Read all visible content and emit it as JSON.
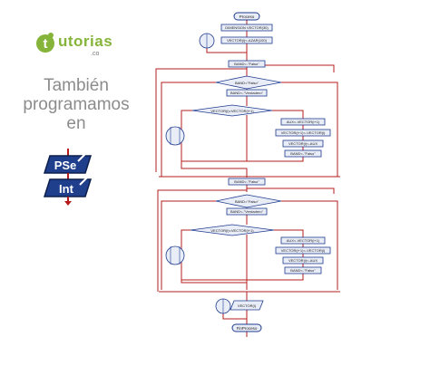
{
  "brand": {
    "logo_letter": "t",
    "logo_word": "utorias",
    "logo_suffix": ".co"
  },
  "promo": {
    "line1": "También",
    "line2": "programamos",
    "line3": "en"
  },
  "badges": {
    "pse": "PSe",
    "int": "Int"
  },
  "colors": {
    "flow_line": "#b71c1c",
    "box_border": "#1f3b8f",
    "box_fill": "#e9edf7",
    "brand_green": "#86b43a",
    "promo_gray": "#8c8c8c",
    "badge_fill": "#1f3e8c"
  },
  "flowchart": {
    "start": "Proceso",
    "dim": "DIMENSION VECTOR(30)",
    "loop1_assign": "VECTOR(i)<-AZAR(100)",
    "band1": "BAND<-\"Falso\"",
    "cond1": "BAND=\"Falso\"",
    "band_true1": "BAND<-\"Verdadero\"",
    "cmp1": "VECTOR(i)>VECTOR(i+1)",
    "aux1": "AUX<-VECTOR(i+1)",
    "swap1a": "VECTOR(i+1)<-VECTOR(i)",
    "swap1b": "VECTOR(i)<-AUX",
    "band_false1": "BAND<-\"Falso\"",
    "band2": "BAND<-\"Falso\"",
    "cond2": "BAND=\"Falso\"",
    "band_true2": "BAND<-\"Verdadero\"",
    "cmp2": "VECTOR(i)<VECTOR(i+1)",
    "aux2": "AUX<-VECTOR(i+1)",
    "swap2a": "VECTOR(i+1)<-VECTOR(i)",
    "swap2b": "VECTOR(i)<-AUX",
    "band_false2": "BAND<-\"Falso\"",
    "print": "VECTOR(i)",
    "end": "FinProceso"
  }
}
